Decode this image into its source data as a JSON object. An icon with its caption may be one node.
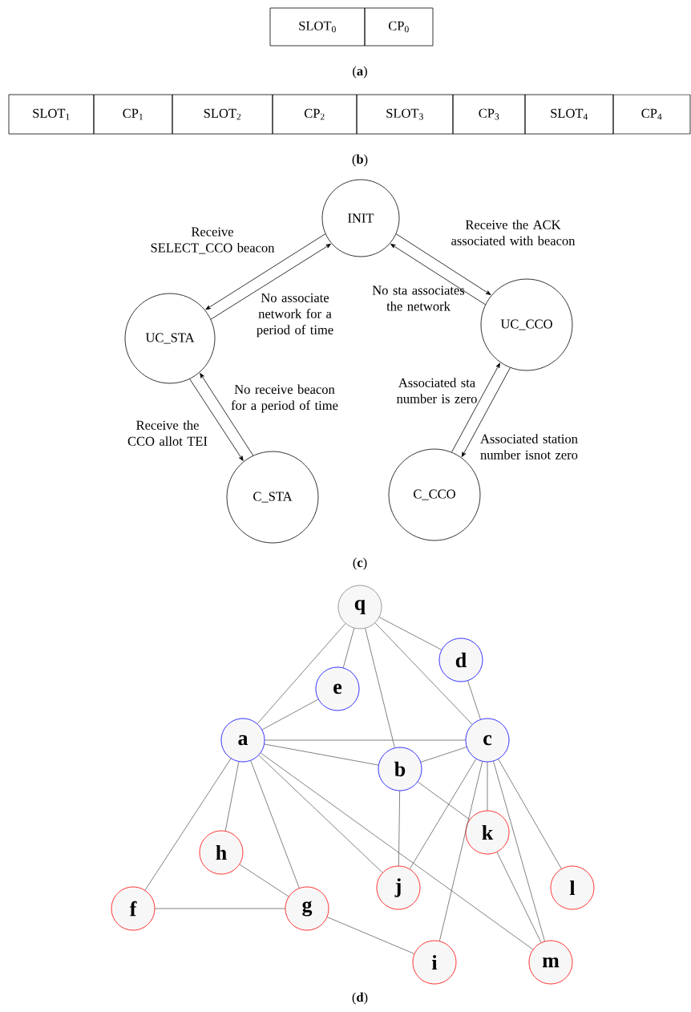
{
  "diagram": {
    "nodes": [
      {
        "text": [
          "SLOT$_{0}$"
        ]
      },
      {
        "text": [
          "CP$_{0}$"
        ]
      },
      {
        "text": [
          "SLOT$_{1}$"
        ]
      },
      {
        "text": [
          "CP$_{1}$"
        ]
      },
      {
        "text": [
          "SLOT$_{2}$"
        ]
      },
      {
        "text": [
          "CP$_{2}$"
        ]
      },
      {
        "text": [
          "SLOT$_{3}$"
        ]
      },
      {
        "text": [
          "CP$_{3}$"
        ]
      },
      {
        "text": [
          "SLOT$_{4}$"
        ]
      },
      {
        "text": [
          "CP$_{4}$"
        ]
      },
      {
        "text": [
          "INIT"
        ]
      },
      {
        "text": [
          "UC_STA"
        ]
      },
      {
        "text": [
          "UC_CCO"
        ]
      },
      {
        "text": [
          "C_STA"
        ]
      },
      {
        "text": [
          "C_CCO"
        ]
      },
      {
        "text": [
          "q"
        ]
      },
      {
        "text": [
          "d"
        ]
      },
      {
        "text": [
          "e"
        ]
      },
      {
        "text": [
          "a"
        ]
      },
      {
        "text": [
          "c"
        ]
      },
      {
        "text": [
          "b"
        ]
      },
      {
        "text": [
          "k"
        ]
      },
      {
        "text": [
          "h"
        ]
      },
      {
        "text": [
          "j"
        ]
      },
      {
        "text": [
          "l"
        ]
      },
      {
        "text": [
          "f"
        ]
      },
      {
        "text": [
          "g"
        ]
      },
      {
        "text": [
          "i"
        ]
      },
      {
        "text": [
          "m"
        ]
      }
    ],
    "edges": [
      {
        "from": 10,
        "to": 11,
        "arrow": "to",
        "label": "Receive SELECT_CCO beacon"
      },
      {
        "from": 11,
        "to": 10,
        "arrow": "to",
        "label": "No associate network for a period of time"
      },
      {
        "from": 10,
        "to": 12,
        "arrow": "to",
        "label": "Receive the ACK associated with beacon"
      },
      {
        "from": 12,
        "to": 10,
        "arrow": "to",
        "label": "No sta associates the network"
      },
      {
        "from": 11,
        "to": 13,
        "arrow": "to",
        "label": "Receive the CCO allot TEI"
      },
      {
        "from": 13,
        "to": 11,
        "arrow": "to",
        "label": "No receive beacon for a period of time"
      },
      {
        "from": 14,
        "to": 12,
        "arrow": "to",
        "label": "Associated sta number is zero"
      },
      {
        "from": 12,
        "to": 14,
        "arrow": "to",
        "label": "Associated station number isnot zero"
      },
      {
        "from": 15,
        "to": 18,
        "arrow": "none"
      },
      {
        "from": 15,
        "to": 17,
        "arrow": "none"
      },
      {
        "from": 15,
        "to": 20,
        "arrow": "none"
      },
      {
        "from": 15,
        "to": 19,
        "arrow": "none"
      },
      {
        "from": 15,
        "to": 16,
        "arrow": "none"
      },
      {
        "from": 17,
        "to": 18,
        "arrow": "none"
      },
      {
        "from": 16,
        "to": 19,
        "arrow": "none"
      },
      {
        "from": 18,
        "to": 19,
        "arrow": "none"
      },
      {
        "from": 18,
        "to": 20,
        "arrow": "none"
      },
      {
        "from": 20,
        "to": 19,
        "arrow": "none"
      },
      {
        "from": 18,
        "to": 25,
        "arrow": "none"
      },
      {
        "from": 18,
        "to": 22,
        "arrow": "none"
      },
      {
        "from": 18,
        "to": 26,
        "arrow": "none"
      },
      {
        "from": 18,
        "to": 23,
        "arrow": "none"
      },
      {
        "from": 18,
        "to": 28,
        "arrow": "none"
      },
      {
        "from": 20,
        "to": 23,
        "arrow": "none"
      },
      {
        "from": 20,
        "to": 21,
        "arrow": "none"
      },
      {
        "from": 19,
        "to": 23,
        "arrow": "none"
      },
      {
        "from": 19,
        "to": 27,
        "arrow": "none"
      },
      {
        "from": 19,
        "to": 21,
        "arrow": "none"
      },
      {
        "from": 19,
        "to": 28,
        "arrow": "none"
      },
      {
        "from": 19,
        "to": 24,
        "arrow": "none"
      },
      {
        "from": 21,
        "to": 28,
        "arrow": "none"
      },
      {
        "from": 22,
        "to": 26,
        "arrow": "none"
      },
      {
        "from": 25,
        "to": 26,
        "arrow": "none"
      },
      {
        "from": 26,
        "to": 27,
        "arrow": "none"
      }
    ],
    "labels": [
      "(**a**)",
      "(**b**)",
      "(**c**)",
      "(**d**)"
    ]
  }
}
